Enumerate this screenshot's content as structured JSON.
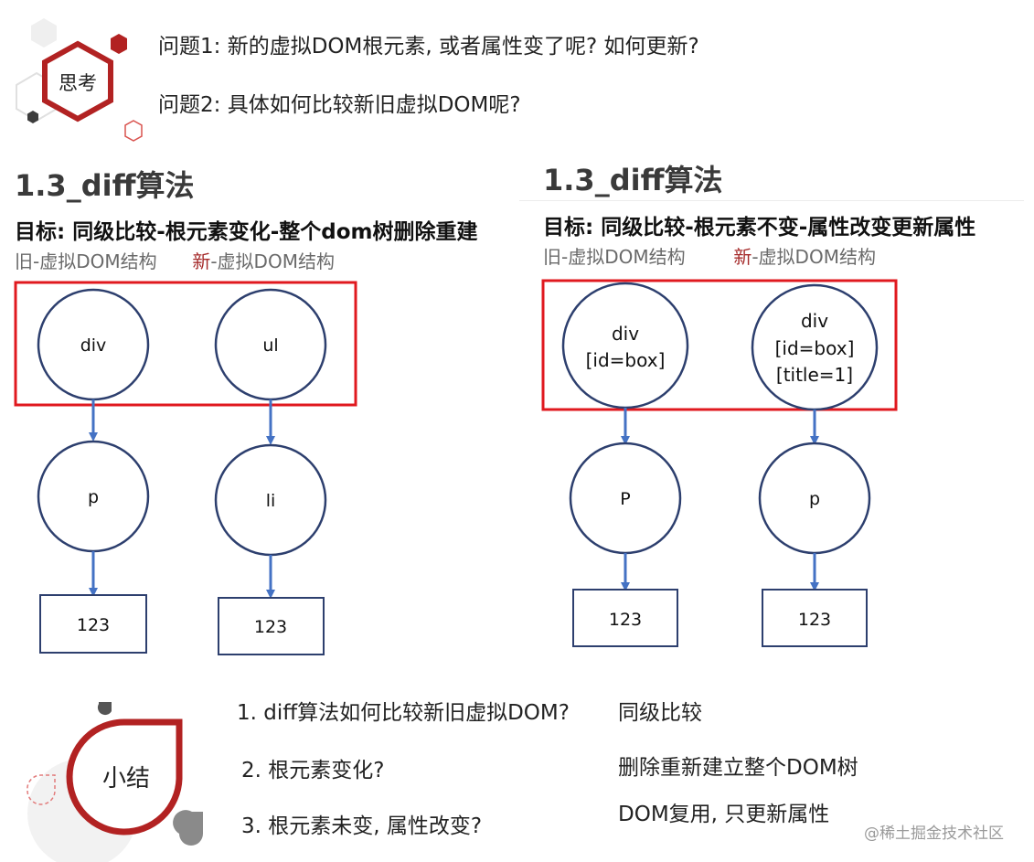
{
  "think_badge": {
    "label": "思考"
  },
  "questions": [
    "问题1: 新的虚拟DOM根元素, 或者属性变了呢? 如何更新?",
    "问题2: 具体如何比较新旧虚拟DOM呢?"
  ],
  "left_panel": {
    "title": "1.3_diff算法",
    "goal": "目标: 同级比较-根元素变化-整个dom树删除重建",
    "legend_old": "旧-虚拟DOM结构",
    "legend_new_char": "新",
    "legend_new_rest": "-虚拟DOM结构",
    "old_tree": {
      "root": "div",
      "child": "p",
      "leaf": "123"
    },
    "new_tree": {
      "root": "ul",
      "child": "li",
      "leaf": "123"
    }
  },
  "right_panel": {
    "title": "1.3_diff算法",
    "goal": "目标: 同级比较-根元素不变-属性改变更新属性",
    "legend_old": "旧-虚拟DOM结构",
    "legend_new_char": "新",
    "legend_new_rest": "-虚拟DOM结构",
    "old_tree": {
      "root_line1": "div",
      "root_line2": "[id=box]",
      "child": "P",
      "leaf": "123"
    },
    "new_tree": {
      "root_line1": "div",
      "root_line2": "[id=box]",
      "root_line3": "[title=1]",
      "child": "p",
      "leaf": "123"
    }
  },
  "summary_badge": {
    "label": "小结"
  },
  "summary": [
    {
      "question": "1. diff算法如何比较新旧虚拟DOM?",
      "answer": "同级比较"
    },
    {
      "question": "2. 根元素变化?",
      "answer": "删除重新建立整个DOM树"
    },
    {
      "question": "3. 根元素未变, 属性改变?",
      "answer": "DOM复用, 只更新属性"
    }
  ],
  "watermark": "@稀土掘金技术社区",
  "colors": {
    "accent_red": "#b22222",
    "frame_red": "#e0191f",
    "node_stroke": "#2d3f6e",
    "arrow": "#4472c4",
    "legend_gray": "#6a6a6a",
    "legend_new": "#a52a2a"
  }
}
